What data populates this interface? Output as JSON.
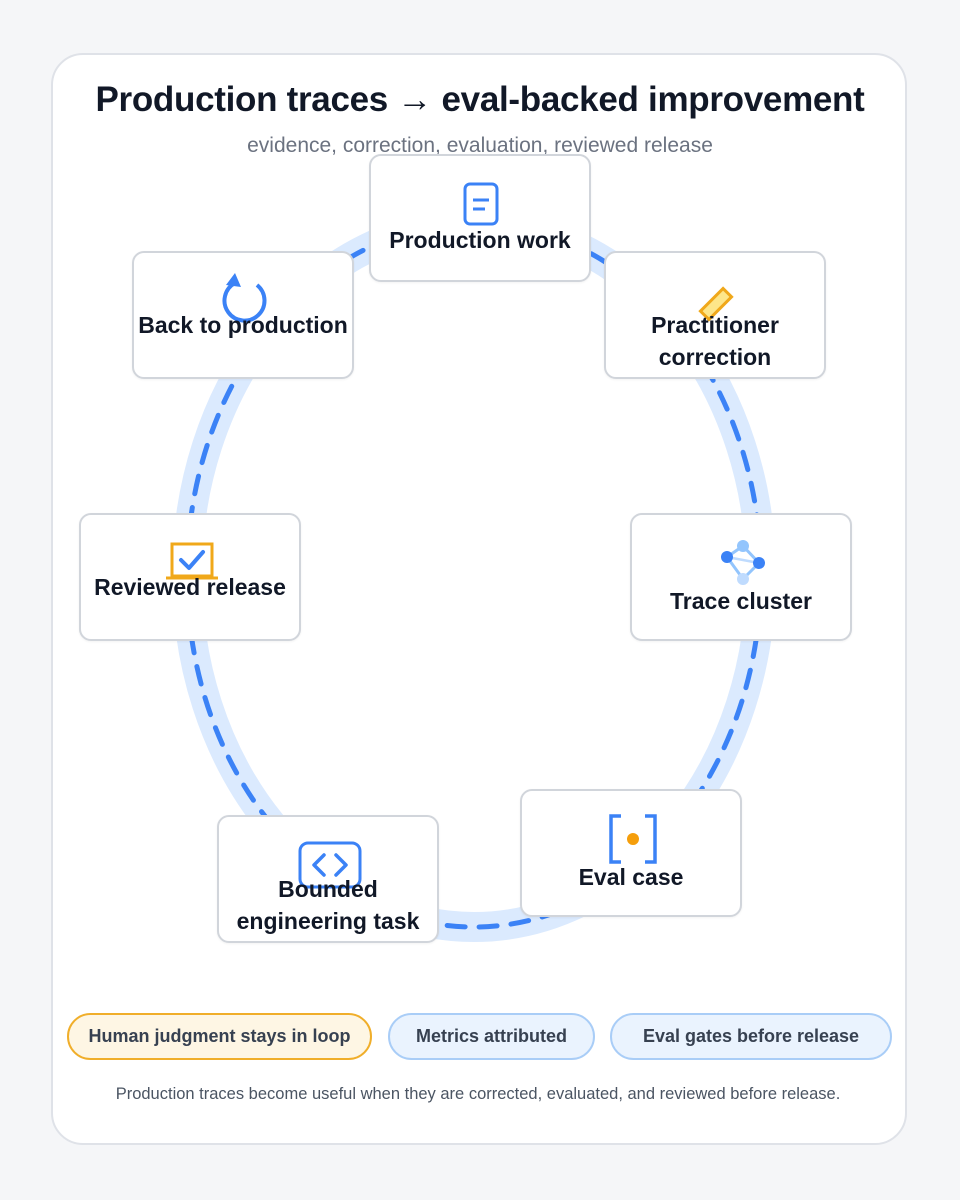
{
  "title": "Production traces → eval-backed improvement",
  "subtitle": "evidence, correction, evaluation, reviewed release",
  "colors": {
    "accent_blue": "#3b82f6",
    "ring_light": "#dbeafe",
    "accent_amber": "#f59e0b",
    "text_dark": "#111827"
  },
  "nodes": [
    {
      "id": "production-work",
      "label": "Production work",
      "icon": "document-icon"
    },
    {
      "id": "practitioner-correction",
      "label": "Practitioner correction",
      "icon": "pencil-icon"
    },
    {
      "id": "trace-cluster",
      "label": "Trace cluster",
      "icon": "cluster-icon"
    },
    {
      "id": "eval-case",
      "label": "Eval case",
      "icon": "bracket-dot-icon"
    },
    {
      "id": "bounded-engineering-task",
      "label": "Bounded engineering task",
      "icon": "code-brackets-icon"
    },
    {
      "id": "reviewed-release",
      "label": "Reviewed release",
      "icon": "checkbox-icon"
    },
    {
      "id": "back-to-production",
      "label": "Back to production",
      "icon": "refresh-icon"
    }
  ],
  "chips": [
    {
      "label": "Human judgment stays in loop",
      "style": "warm"
    },
    {
      "label": "Metrics attributed",
      "style": "cool"
    },
    {
      "label": "Eval gates before release",
      "style": "cool"
    }
  ],
  "footnote": "Production traces become useful when they are corrected, evaluated, and reviewed before release."
}
